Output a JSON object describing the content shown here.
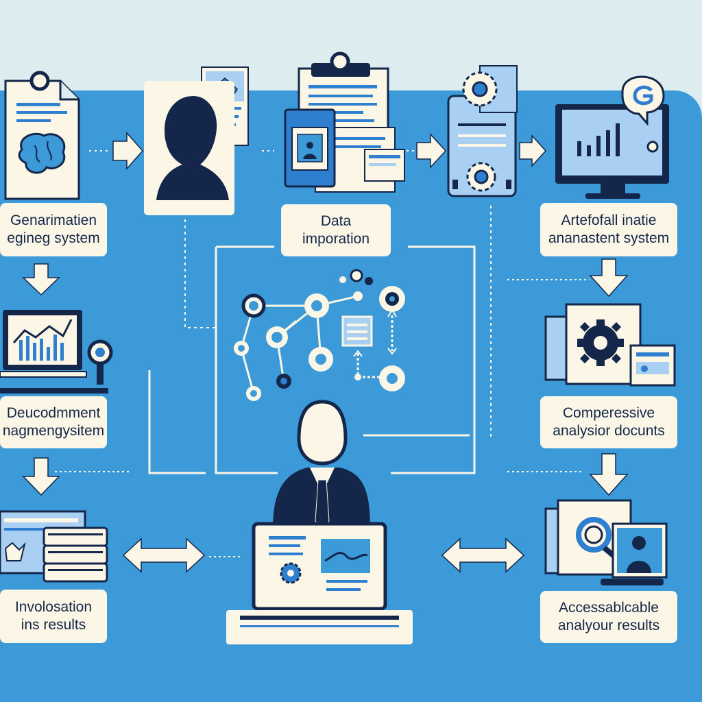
{
  "labels": {
    "generation": {
      "line1": "Genarimatien",
      "line2": "egineg system"
    },
    "data_import": {
      "line1": "Data",
      "line2": "imporation"
    },
    "artefact": {
      "line1": "Artefofall inatie",
      "line2": "ananastent system"
    },
    "document_mgmt": {
      "line1": "Deucodmment",
      "line2": "nagmengysitem"
    },
    "comprehensive": {
      "line1": "Comperessive",
      "line2": "analysior docunts"
    },
    "involvement": {
      "line1": "Involosation",
      "line2": "ins results"
    },
    "accessible": {
      "line1": "Accessablcable",
      "line2": "analyour results"
    }
  },
  "colors": {
    "background": "#dcecef",
    "panel": "#3c9ad8",
    "navy": "#14264a",
    "cream": "#fbf6e6",
    "accent_blue": "#2f7fd0",
    "light_blue": "#a9d0f3"
  },
  "icons": [
    "brain-document-icon",
    "person-profile-icon",
    "clipboard-documents-icon",
    "gear-device-icon",
    "monitor-chart-icon",
    "laptop-chart-icon",
    "magnifier-icon",
    "gear-window-icon",
    "book-stack-icon",
    "businessman-laptop-icon",
    "search-profile-icon",
    "network-gears-icon"
  ]
}
